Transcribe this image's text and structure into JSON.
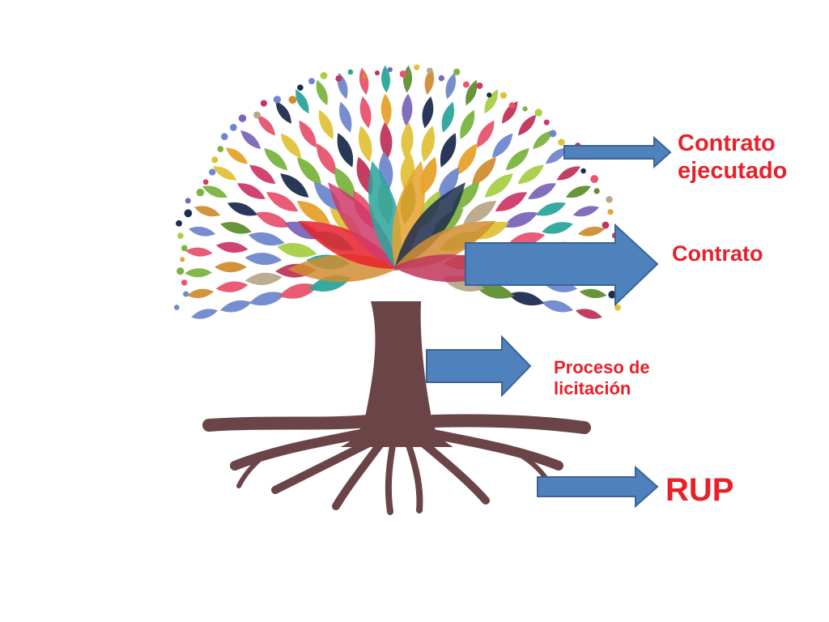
{
  "labels": {
    "contrato_ejecutado_line1": "Contrato",
    "contrato_ejecutado_line2": "ejecutado",
    "contrato": "Contrato",
    "proceso_line1": "Proceso de",
    "proceso_line2": "licitación",
    "rup": "RUP"
  },
  "colors": {
    "label_red": "#e8202a",
    "arrow_fill": "#4f81bd",
    "arrow_stroke": "#3a6496",
    "trunk": "#6b4448",
    "leaf_palette": [
      "#a8cf45",
      "#7bb33f",
      "#5f8f2e",
      "#e8536f",
      "#cf3a6a",
      "#7a66b8",
      "#6f88cc",
      "#d08d33",
      "#e6a22c",
      "#2aa59c",
      "#1d2d4f",
      "#b9a88a",
      "#e0c23a",
      "#c0355a"
    ]
  }
}
